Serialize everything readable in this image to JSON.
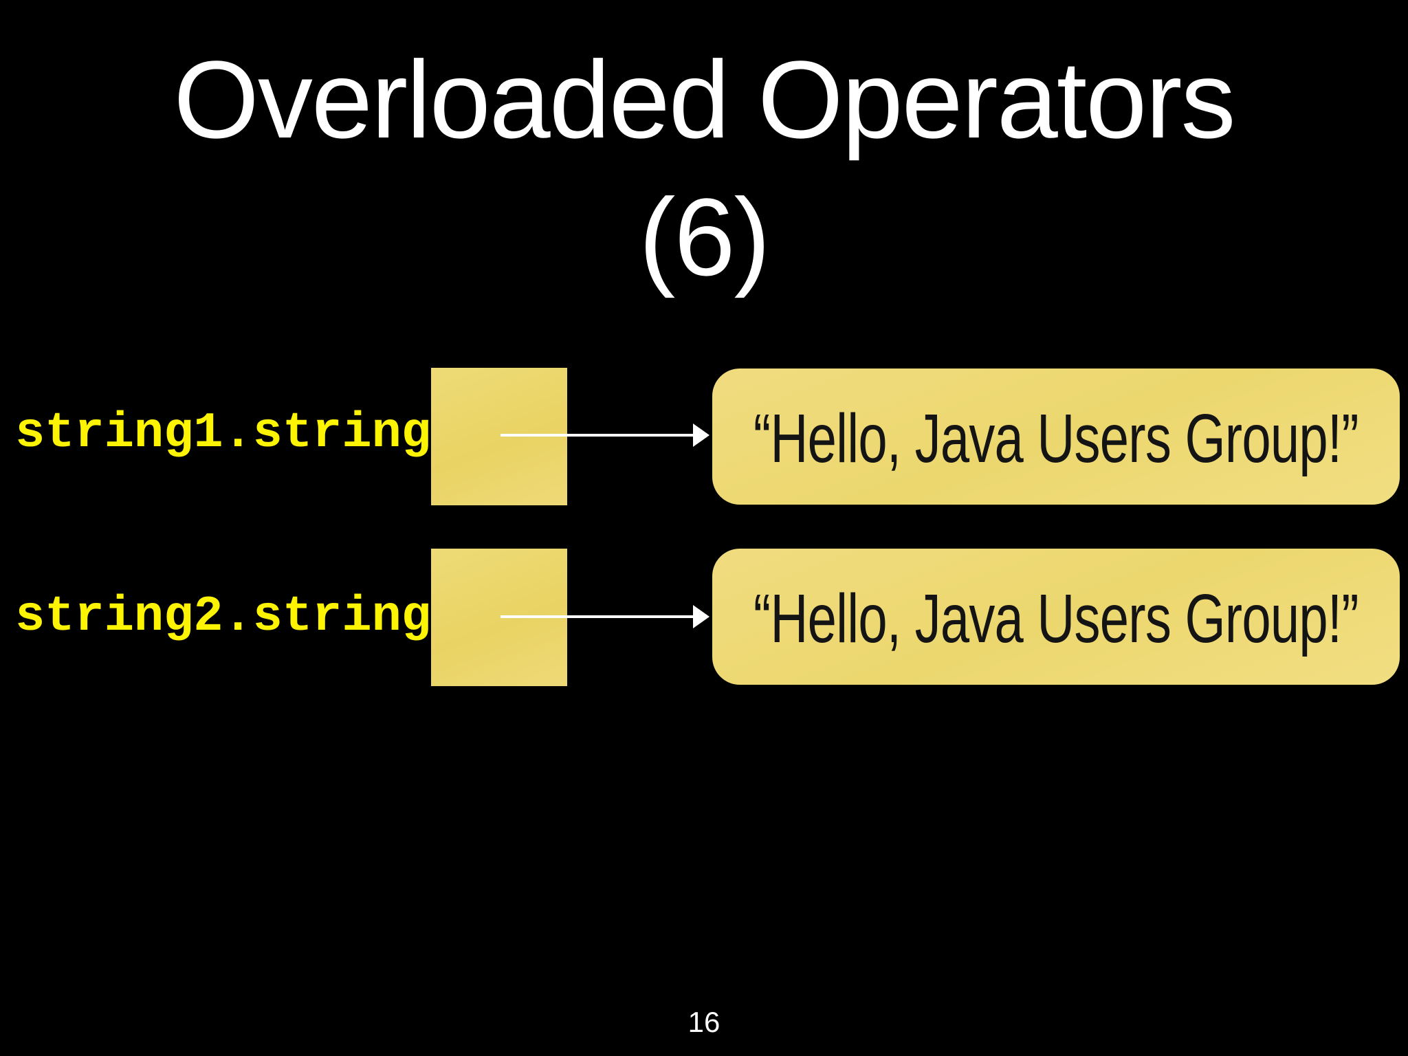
{
  "slide": {
    "title": {
      "line1": "Overloaded Operators",
      "line2": "(6)"
    },
    "rows": [
      {
        "label": "string1.string",
        "arrow_icon": "right-arrow",
        "value": "“Hello, Java Users Group!”"
      },
      {
        "label": "string2.string",
        "arrow_icon": "right-arrow",
        "value": "“Hello, Java Users Group!”"
      }
    ],
    "page_number": "16",
    "colors": {
      "background": "#000000",
      "title_text": "#ffffff",
      "label_yellow": "#fcf403",
      "reference_box_fill": "#ebd66c",
      "value_box_fill": "#eed978",
      "value_text": "#141414",
      "arrow": "#ffffff"
    }
  }
}
